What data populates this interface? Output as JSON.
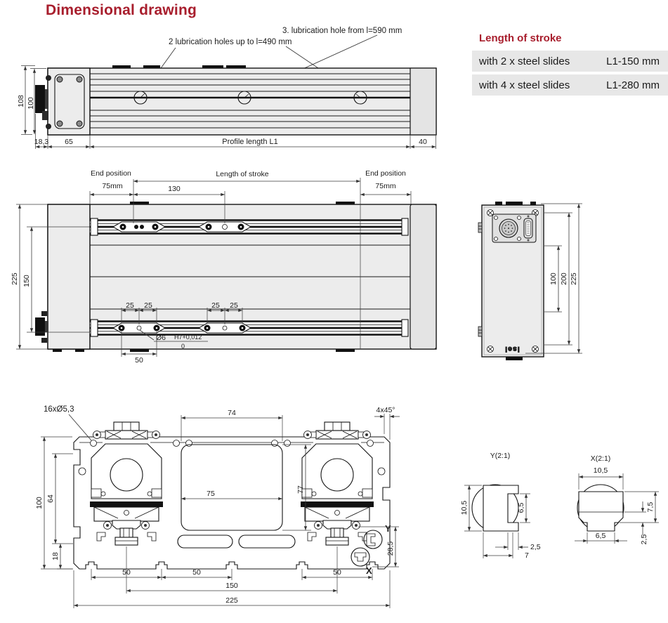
{
  "title": "Dimensional drawing",
  "colors": {
    "accent_red": "#a81e2d",
    "row_bg": "#e7e7e7",
    "detail_blue": "#23237c"
  },
  "stroke_table": {
    "header": "Length of stroke",
    "rows": [
      {
        "label": "with 2 x steel slides",
        "value": "L1-150 mm"
      },
      {
        "label": "with 4 x steel slides",
        "value": "L1-280 mm"
      }
    ]
  },
  "top_view": {
    "note_2holes": "2 lubrication holes up to l=490 mm",
    "note_3hole": "3. lubrication hole from l=590 mm",
    "dim_108": "108",
    "dim_100": "100",
    "dim_18_3": "18,3",
    "dim_65": "65",
    "dim_profile_length": "Profile length L1",
    "dim_40": "40"
  },
  "front_view": {
    "end_position_label": "End position",
    "end_position_value": "75mm",
    "length_of_stroke": "Length of stroke",
    "dim_130": "130",
    "dim_225": "225",
    "dim_150": "150",
    "dim_25": "25",
    "dim_dia6": "Ø6",
    "tolerance_line1": "H7+0,012",
    "tolerance_line2": "0",
    "dim_50": "50"
  },
  "end_view": {
    "dim_100": "100",
    "dim_200": "200",
    "dim_225": "225",
    "logo": "isel"
  },
  "section_view": {
    "note_holes": "16xØ5,3",
    "dim_74": "74",
    "chamfer": "4x45°",
    "dim_100": "100",
    "dim_64": "64",
    "dim_77": "77",
    "dim_75": "75",
    "dim_18": "18",
    "dim_28_5": "28,5",
    "marker_y": "Y",
    "marker_x": "X",
    "dim_50": "50",
    "dim_150": "150",
    "dim_225": "225"
  },
  "detail_y": {
    "title": "Y(2:1)",
    "dim_10_5": "10,5",
    "dim_6_5": "6,5",
    "dim_2_5": "2,5",
    "dim_7": "7"
  },
  "detail_x": {
    "title": "X(2:1)",
    "dim_10_5": "10,5",
    "dim_7_5": "7,5",
    "dim_2_5": "2,5",
    "dim_6_5": "6,5"
  }
}
